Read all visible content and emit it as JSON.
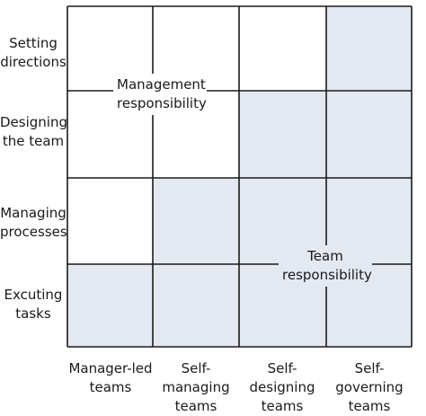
{
  "rows": [
    {
      "label": "Setting\ndirections"
    },
    {
      "label": "Designing\nthe team"
    },
    {
      "label": "Managing\nprocesses"
    },
    {
      "label": "Excuting\ntasks"
    }
  ],
  "columns": [
    {
      "label": "Manager-led\nteams"
    },
    {
      "label": "Self-managing\nteams"
    },
    {
      "label": "Self-designing\nteams"
    },
    {
      "label": "Self-governing\nteams"
    }
  ],
  "regions": {
    "management": "Management\nresponsibility",
    "team": "Team\nresponsibility"
  },
  "colors": {
    "team_fill": "#e3e8f1",
    "management_fill": "#ffffff",
    "grid_line": "#1a1a1a"
  },
  "shaded_from_row": [
    0,
    3,
    2,
    1,
    0
  ]
}
